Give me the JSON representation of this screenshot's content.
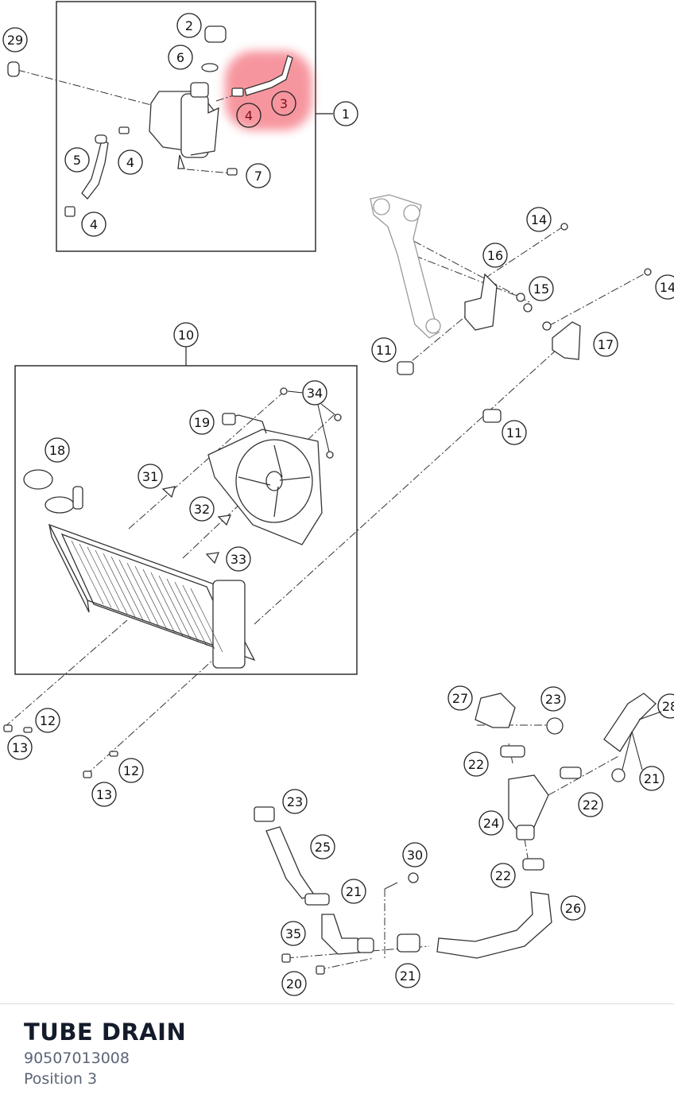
{
  "diagram": {
    "callouts": {
      "c1": "1",
      "c2": "2",
      "c3": "3",
      "c4a": "4",
      "c4b": "4",
      "c4c": "4",
      "c5": "5",
      "c6": "6",
      "c7": "7",
      "c10": "10",
      "c11a": "11",
      "c11b": "11",
      "c12a": "12",
      "c12b": "12",
      "c13a": "13",
      "c13b": "13",
      "c14a": "14",
      "c14b": "14",
      "c15": "15",
      "c16": "16",
      "c17": "17",
      "c18": "18",
      "c19": "19",
      "c20": "20",
      "c21a": "21",
      "c21b": "21",
      "c21c": "21",
      "c22a": "22",
      "c22b": "22",
      "c22c": "22",
      "c23a": "23",
      "c23b": "23",
      "c24": "24",
      "c25": "25",
      "c26": "26",
      "c27": "27",
      "c28": "28",
      "c29": "29",
      "c30": "30",
      "c31": "31",
      "c32": "32",
      "c33": "33",
      "c34": "34",
      "c35": "35"
    },
    "highlight_color": "#f0404f"
  },
  "part": {
    "name": "TUBE DRAIN",
    "number": "90507013008",
    "position": "Position 3"
  }
}
